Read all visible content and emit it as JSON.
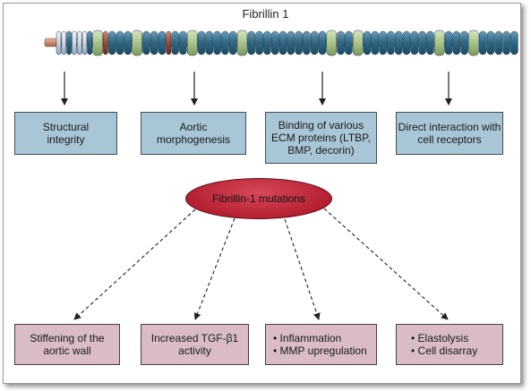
{
  "protein": {
    "title": "Fibrillin 1"
  },
  "functions": [
    {
      "text": "Structural integrity"
    },
    {
      "text": "Aortic morphogenesis"
    },
    {
      "text": "Binding of various ECM proteins (LTBP, BMP, decorin)"
    },
    {
      "text": "Direct interaction with cell receptors"
    }
  ],
  "mutations": {
    "label": "Fibrillin-1 mutations"
  },
  "effects": [
    {
      "lines": [
        "Stiffening of the",
        "aortic wall"
      ]
    },
    {
      "lines": [
        "Increased TGF-β1",
        "activity"
      ]
    },
    {
      "lines": [
        "• Inflammation",
        "• MMP upregulation"
      ]
    },
    {
      "lines": [
        "• Elastolysis",
        "• Cell disarray"
      ]
    }
  ],
  "colors": {
    "function_box": "#a9c6d6",
    "effect_box": "#d9bcc8",
    "ellipse": "#b42032",
    "bead_blue": "#2e6a8a",
    "bead_green": "#a8c48a",
    "bead_red": "#a0452e",
    "bead_light": "#c7d6e6",
    "rod": "#c98a6e"
  }
}
